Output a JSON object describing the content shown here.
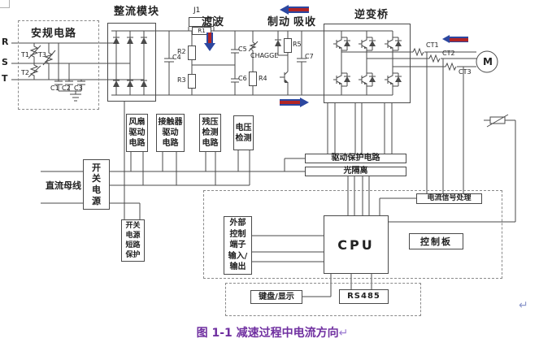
{
  "caption": {
    "text": "图 1-1 减速过程中电流方向",
    "return_mark": "↵"
  },
  "page": {
    "paragraph_mark": "↵"
  },
  "power": {
    "phase_r": "R",
    "phase_s": "S",
    "phase_t": "T",
    "safety_title": "安规电路",
    "t1": "T1",
    "t2": "T2",
    "t3": "T3",
    "c1": "C1",
    "c2": "C2",
    "c3": "C3",
    "rectifier_title": "整流模块",
    "j1": "J1",
    "r1": "R1",
    "c4": "C4",
    "filter_title": "滤波",
    "r2": "R2",
    "r3": "R3",
    "c5": "C5",
    "c6": "C6",
    "r4": "R4",
    "charge_text": "CHAGGE",
    "brake_title": "制动",
    "absorb_title": "吸收",
    "r5": "R5",
    "c7": "C7",
    "inverter_title": "逆变桥",
    "ct1": "CT1",
    "ct2": "CT2",
    "ct3": "CT3",
    "motor": "M"
  },
  "control": {
    "fan_drive": "风扇\n驱动\n电路",
    "contactor_drive": "接触器\n驱动\n电路",
    "residual_detect": "残压\n检测\n电路",
    "voltage_detect": "电压\n检测",
    "dc_bus": "直流母线",
    "smps": "开\n关\n电\n源",
    "smps_short_protect": "开关\n电源\n短路\n保护",
    "drive_protect": "驱动保护电路",
    "opto_isolation": "光隔离",
    "current_signal": "电流信号处理",
    "cpu": "CPU",
    "control_board": "控制板",
    "ext_io": "外部\n控制\n端子\n输入/\n输出",
    "keyboard": "键盘/显示",
    "rs485": "RS485"
  },
  "arrows": {
    "directions": [
      "left-top-brake",
      "down-filter",
      "right-bottom-bus",
      "left-motor-feed"
    ],
    "blue": "#2c47a0",
    "red": "#b22525"
  },
  "colors": {
    "wire": "#4a4a4a",
    "caption": "#7030A0"
  }
}
